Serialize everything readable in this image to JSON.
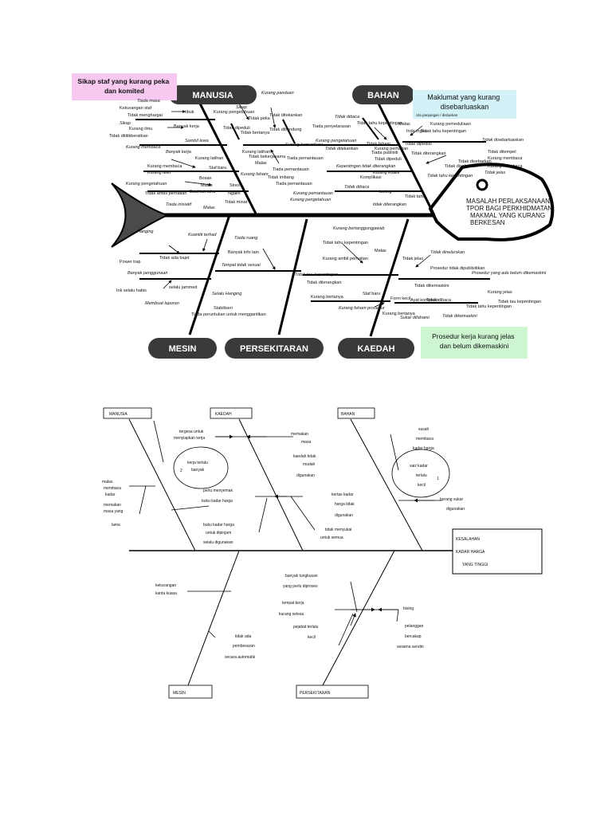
{
  "diagram1": {
    "categories": {
      "manusia": "MANUSIA",
      "bahan": "BAHAN",
      "mesin": "MESIN",
      "persekitaran": "PERSEKITARAN",
      "kaedah": "KAEDAH"
    },
    "head": [
      "MASALAH PERLAKSANAAN",
      "TPOR BAGI PERKHIDMATAN",
      "MAKMAL YANG KURANG",
      "BERKESAN"
    ],
    "callouts": {
      "pink": [
        "Sikap staf yang kurang peka",
        "dan komited"
      ],
      "cyan_top": [
        "Maklumat yang kurang",
        "disebarluaskan"
      ],
      "cyan_sub": "Ula panjangan / disbarkan",
      "green": [
        "Prosedur kerja kurang jelas",
        "dan belum dikemaskini"
      ]
    },
    "manusia_labels": [
      "Tiada masa",
      "Kekurangan staf",
      "tibuk",
      "Tidak menghargai",
      "Sikap",
      "Kurang ilmu",
      "Tidak dititikberatkan",
      "Banyak kerja",
      "Kurang membaca",
      "Sambil lewa",
      "Banyak kerja",
      "Kurang latihan",
      "Kurang membaca",
      "Kurang teliti",
      "Staf baru",
      "Kurang pengetahuan",
      "Bosan",
      "Malas",
      "Tidak ambil perhatian",
      "Tiada inisiatif",
      "Buat tak tahu",
      "Stres",
      "Ngalih",
      "Tidak minat",
      "Malas",
      "Kurang faham",
      "Kurang panduan",
      "Sikap",
      "Tidak peka",
      "Tidak ditekankan",
      "Kurang pengetahuan",
      "Tidak dipeduli",
      "Kurang komunikasi",
      "Tidak bekerjasama",
      "Kurang latihan",
      "Malas",
      "Tiada pemantauan",
      "Tidak imbang",
      "Tidak bertanya",
      "Kurang pemantauan",
      "Tidak dibendung",
      "Kurang pengetahuan",
      "Tiada pemantauan",
      "Tiada pemantauan"
    ],
    "bahan_labels": [
      "Tidak dibaca",
      "Tidak tahu kepentingan",
      "Tiada penyelarasan",
      "Kurang pengetahuan",
      "Tidak ditekankan",
      "Tidak faham",
      "Kurang perhatian",
      "Tiada publisiti",
      "Tidak dipeduli",
      "Kepentingan tidak diterangkan",
      "Kurang kualiti",
      "Komplikasi",
      "Tidak dibaca",
      "boring",
      "Tidak tahu",
      "tidak diterangkan",
      "Malas",
      "Kurang pemeduliaan",
      "Tidak tahu kepentingan",
      "Tidak dipeduli",
      "Tidak disebarluaskan",
      "Tidak diterangkan",
      "Tidak tahu kepentingan",
      "Tidak disebarkan",
      "Tidak jelas",
      "Kurang membaca",
      "Tidak ditempel",
      "Tidak disebarkan",
      "Inda ingeu",
      "Kurang membaca"
    ],
    "mesin_labels": [
      "Hanging",
      "Kuantiti terhad",
      "Power trap",
      "Tidak ada bajet",
      "Banyak penggunaan",
      "Ink selalu habis",
      "selalu jammed",
      "Membuat laporan",
      "Selalu Hanging",
      "Stabiliseri",
      "Tiada peruntukan untuk menggantikan"
    ],
    "persekitaran_labels": [
      "Tiada ruang",
      "Banyak info lain",
      "Tempat tidak sesuai"
    ],
    "kaedah_labels": [
      "Kurang bertanggungjawab",
      "Tidak tahu kepentingan",
      "Malas",
      "Kurang ambil perhatian",
      "Tidak jelas",
      "Tidak dinelarskan",
      "Prosedur tidak dipublisitikan",
      "Prosedur yang ada belum dikemaskini",
      "Tidak tau kepentingan",
      "Tidak diterangkan",
      "Tidak dikemaskini",
      "Kurang jelas",
      "Tidak tau kepentingan",
      "Kurang bertanya",
      "Staf baru",
      "Kurang faham prosedur",
      "Form kecil",
      "Ayat kompleks",
      "Kurang bertanya",
      "Sukar difahami",
      "Tidak dikemaskini",
      "Tidak dibaca",
      "Tidak tahu kepentingan"
    ]
  },
  "diagram2": {
    "categories": {
      "manusia": "MANUSIA",
      "kaedah": "KAEDAH",
      "bahan": "BAHAN",
      "mesin": "MESIN",
      "persekitaran": "PERSEKITARAN"
    },
    "head": [
      "KESALAHAN",
      "KADAR HARGA",
      "YANG TINGGI"
    ],
    "labels": {
      "m1": [
        "tergesa untuk",
        "menyiapkan kerja"
      ],
      "m2": [
        "kerja terlalu",
        "banyak"
      ],
      "m2_num": "2",
      "m3": [
        "malas",
        "membaca",
        "kadar"
      ],
      "m4": [
        "memakan",
        "masa yang",
        "lama"
      ],
      "m5": [
        "perlu menyemak",
        "buku kadar harga"
      ],
      "m6": [
        "buku kadar harga",
        "untuk dipinjam",
        "selalu digunakan"
      ],
      "k1": [
        "memakan",
        "masa"
      ],
      "k2": [
        "kaedah tidak",
        "mudah",
        "digunakan"
      ],
      "k3": [
        "kertas kadar",
        "harga tidak",
        "digunakan"
      ],
      "k4": [
        "tidak menyukai",
        "untuk semua"
      ],
      "b1": [
        "susah",
        "membaca",
        "kadar harga"
      ],
      "b2": [
        "saiz kadar",
        "terlalu",
        "kecil"
      ],
      "b2_num": "1",
      "b3": [
        "borang sukar",
        "digunakan"
      ],
      "ms1": [
        "kekurangan",
        "kanta kuasa"
      ],
      "ms2": [
        "tidak ada",
        "pembesaran",
        "secara automatik"
      ],
      "p1": [
        "banyak tungkusan",
        "yang perlu diproses"
      ],
      "p2": [
        "tempat kerja",
        "kurang selesa"
      ],
      "p3": [
        "pejabat terlalu",
        "kecil"
      ],
      "p4": "bising",
      "p5": [
        "pelanggan",
        "bercakap",
        "sesama sendiri"
      ]
    }
  }
}
